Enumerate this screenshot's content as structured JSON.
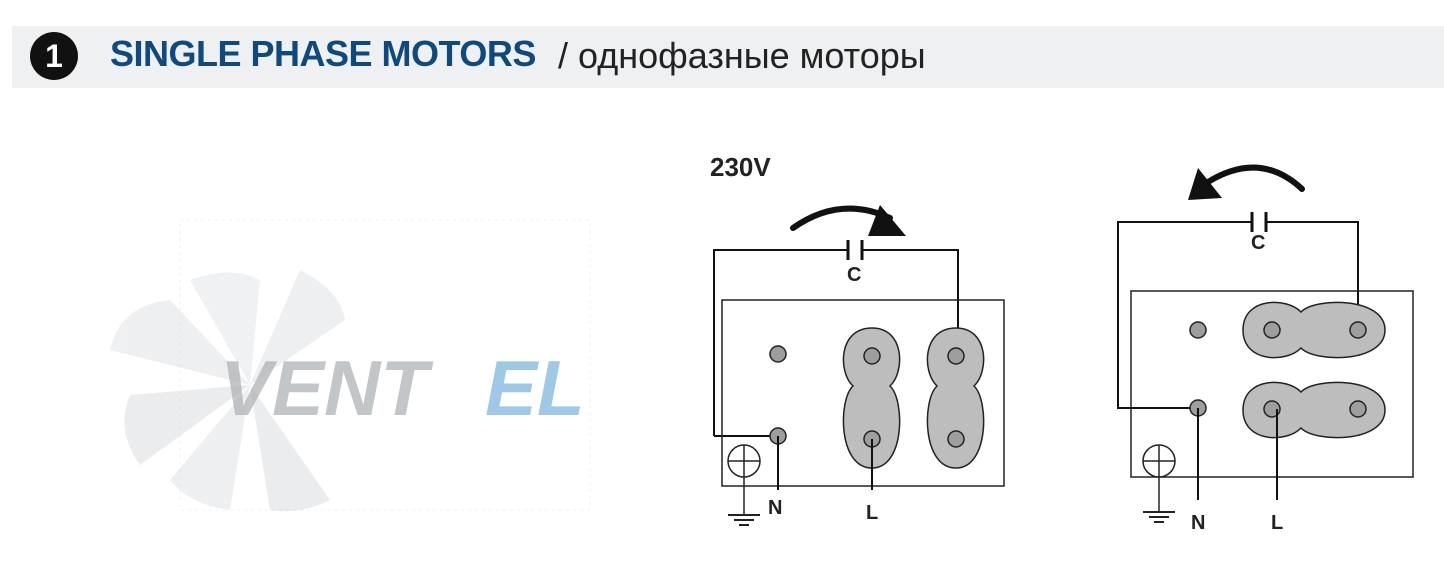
{
  "header": {
    "number": "1",
    "title_en": "SINGLE PHASE MOTORS",
    "separator": " / ",
    "title_ru": "однофазные моторы"
  },
  "watermark": {
    "logo_text_main": "VENT",
    "logo_text_accent": "EL"
  },
  "diagram_left": {
    "voltage": "230V",
    "capacitor_label": "C",
    "neutral_label": "N",
    "line_label": "L",
    "rotation": "clockwise"
  },
  "diagram_right": {
    "capacitor_label": "C",
    "neutral_label": "N",
    "line_label": "L",
    "rotation": "counterclockwise"
  },
  "colors": {
    "title_blue": "#0e4a7e",
    "terminal_fill": "#bdbdbd",
    "header_bg": "#eef0f2"
  }
}
